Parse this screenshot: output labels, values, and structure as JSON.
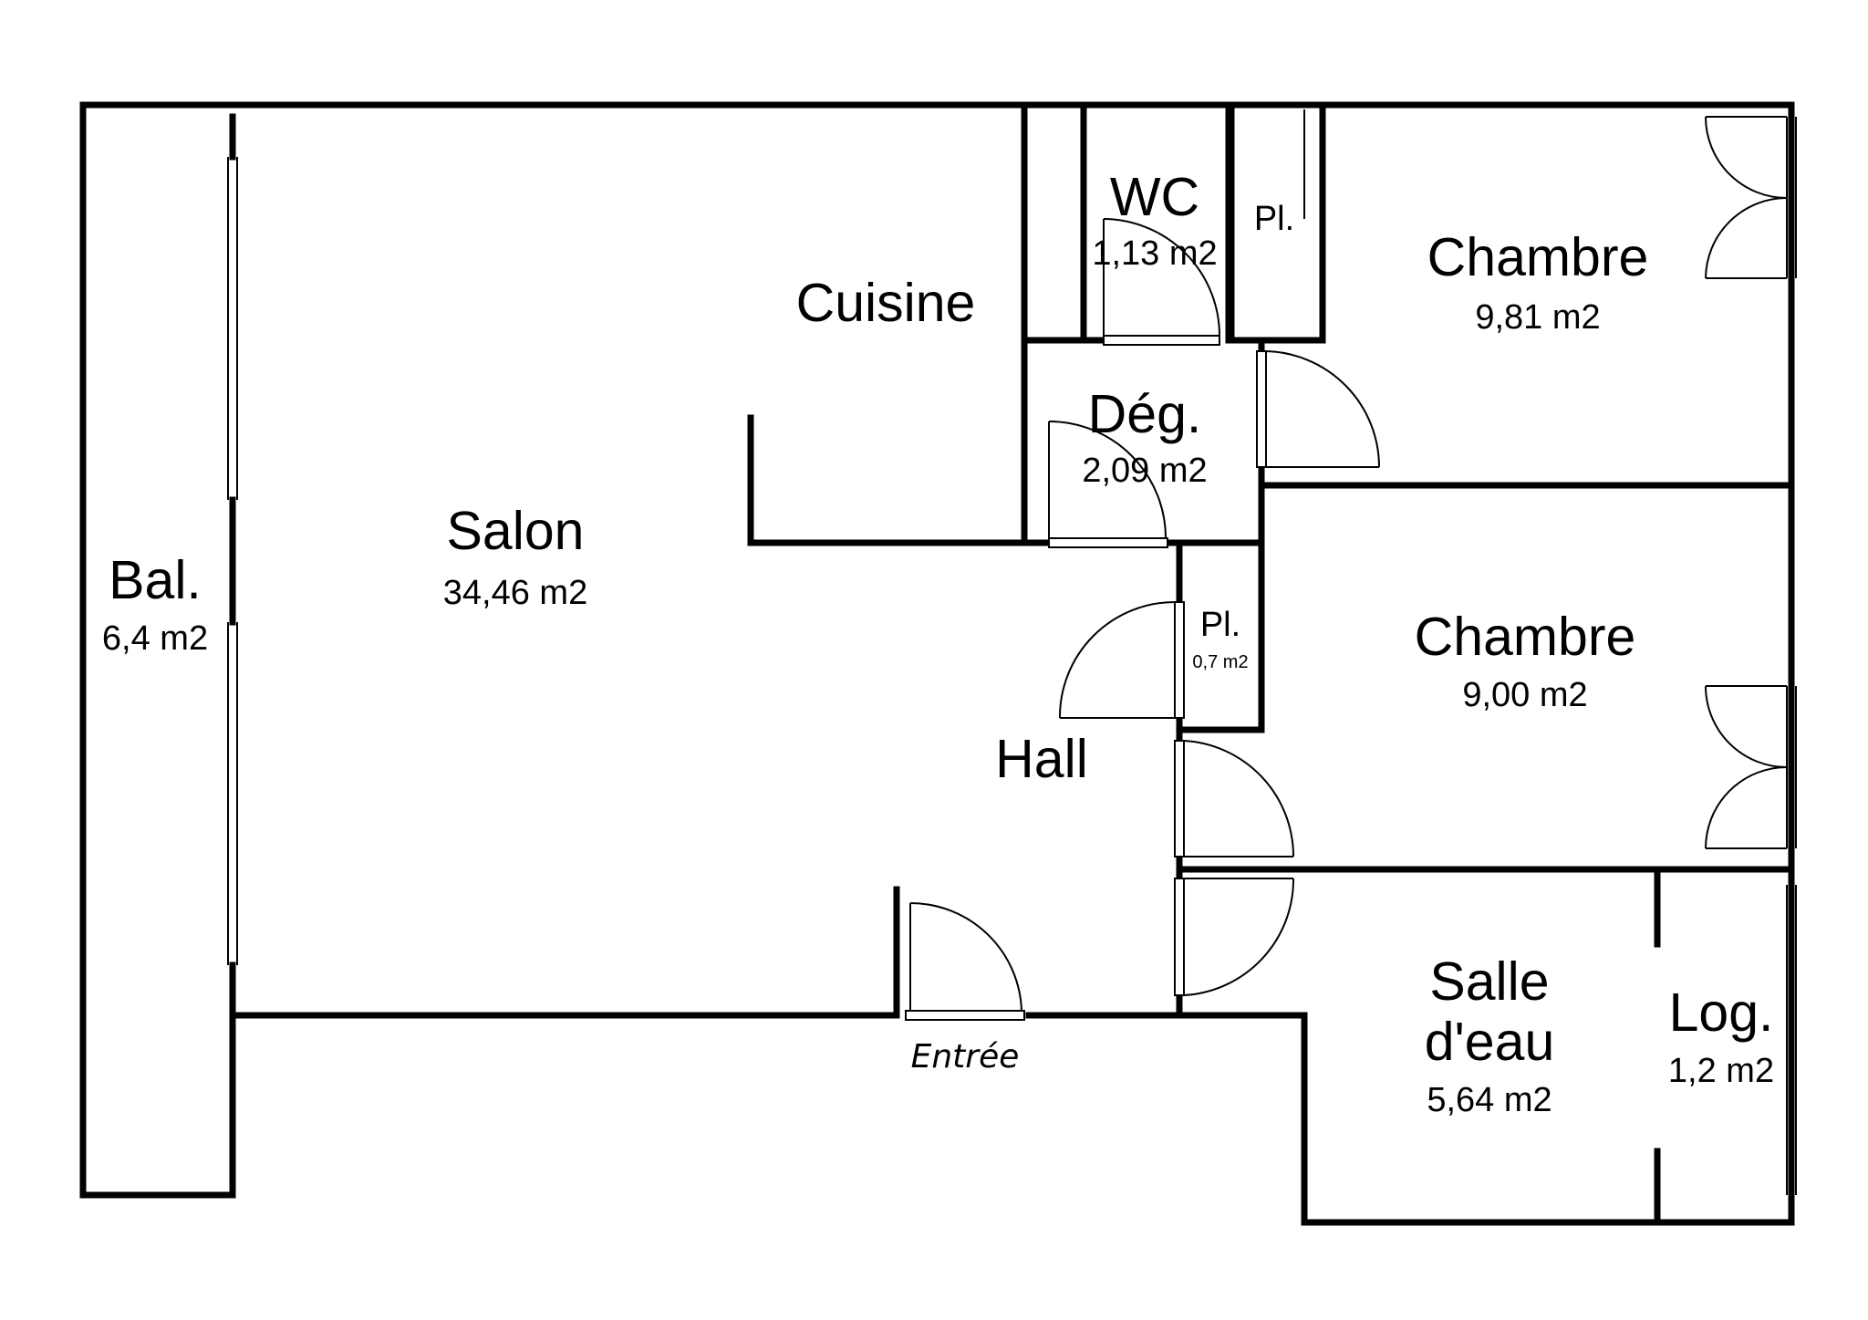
{
  "rooms": {
    "balcon": {
      "name": "Bal.",
      "area": "6,4 m2"
    },
    "salon": {
      "name": "Salon",
      "area": "34,46 m2"
    },
    "cuisine": {
      "name": "Cuisine"
    },
    "wc": {
      "name": "WC",
      "area": "1,13 m2"
    },
    "placard_top": {
      "name": "Pl."
    },
    "chambre_1": {
      "name": "Chambre",
      "area": "9,81 m2"
    },
    "degagement": {
      "name": "Dég.",
      "area": "2,09 m2"
    },
    "placard_mid": {
      "name": "Pl.",
      "area": "0,7 m2"
    },
    "hall": {
      "name": "Hall"
    },
    "chambre_2": {
      "name": "Chambre",
      "area": "9,00 m2"
    },
    "salle_eau": {
      "name_line1": "Salle",
      "name_line2": "d'eau",
      "area": "5,64 m2"
    },
    "loggia": {
      "name": "Log.",
      "area": "1,2 m2"
    }
  },
  "entrance_label": "Entrée"
}
